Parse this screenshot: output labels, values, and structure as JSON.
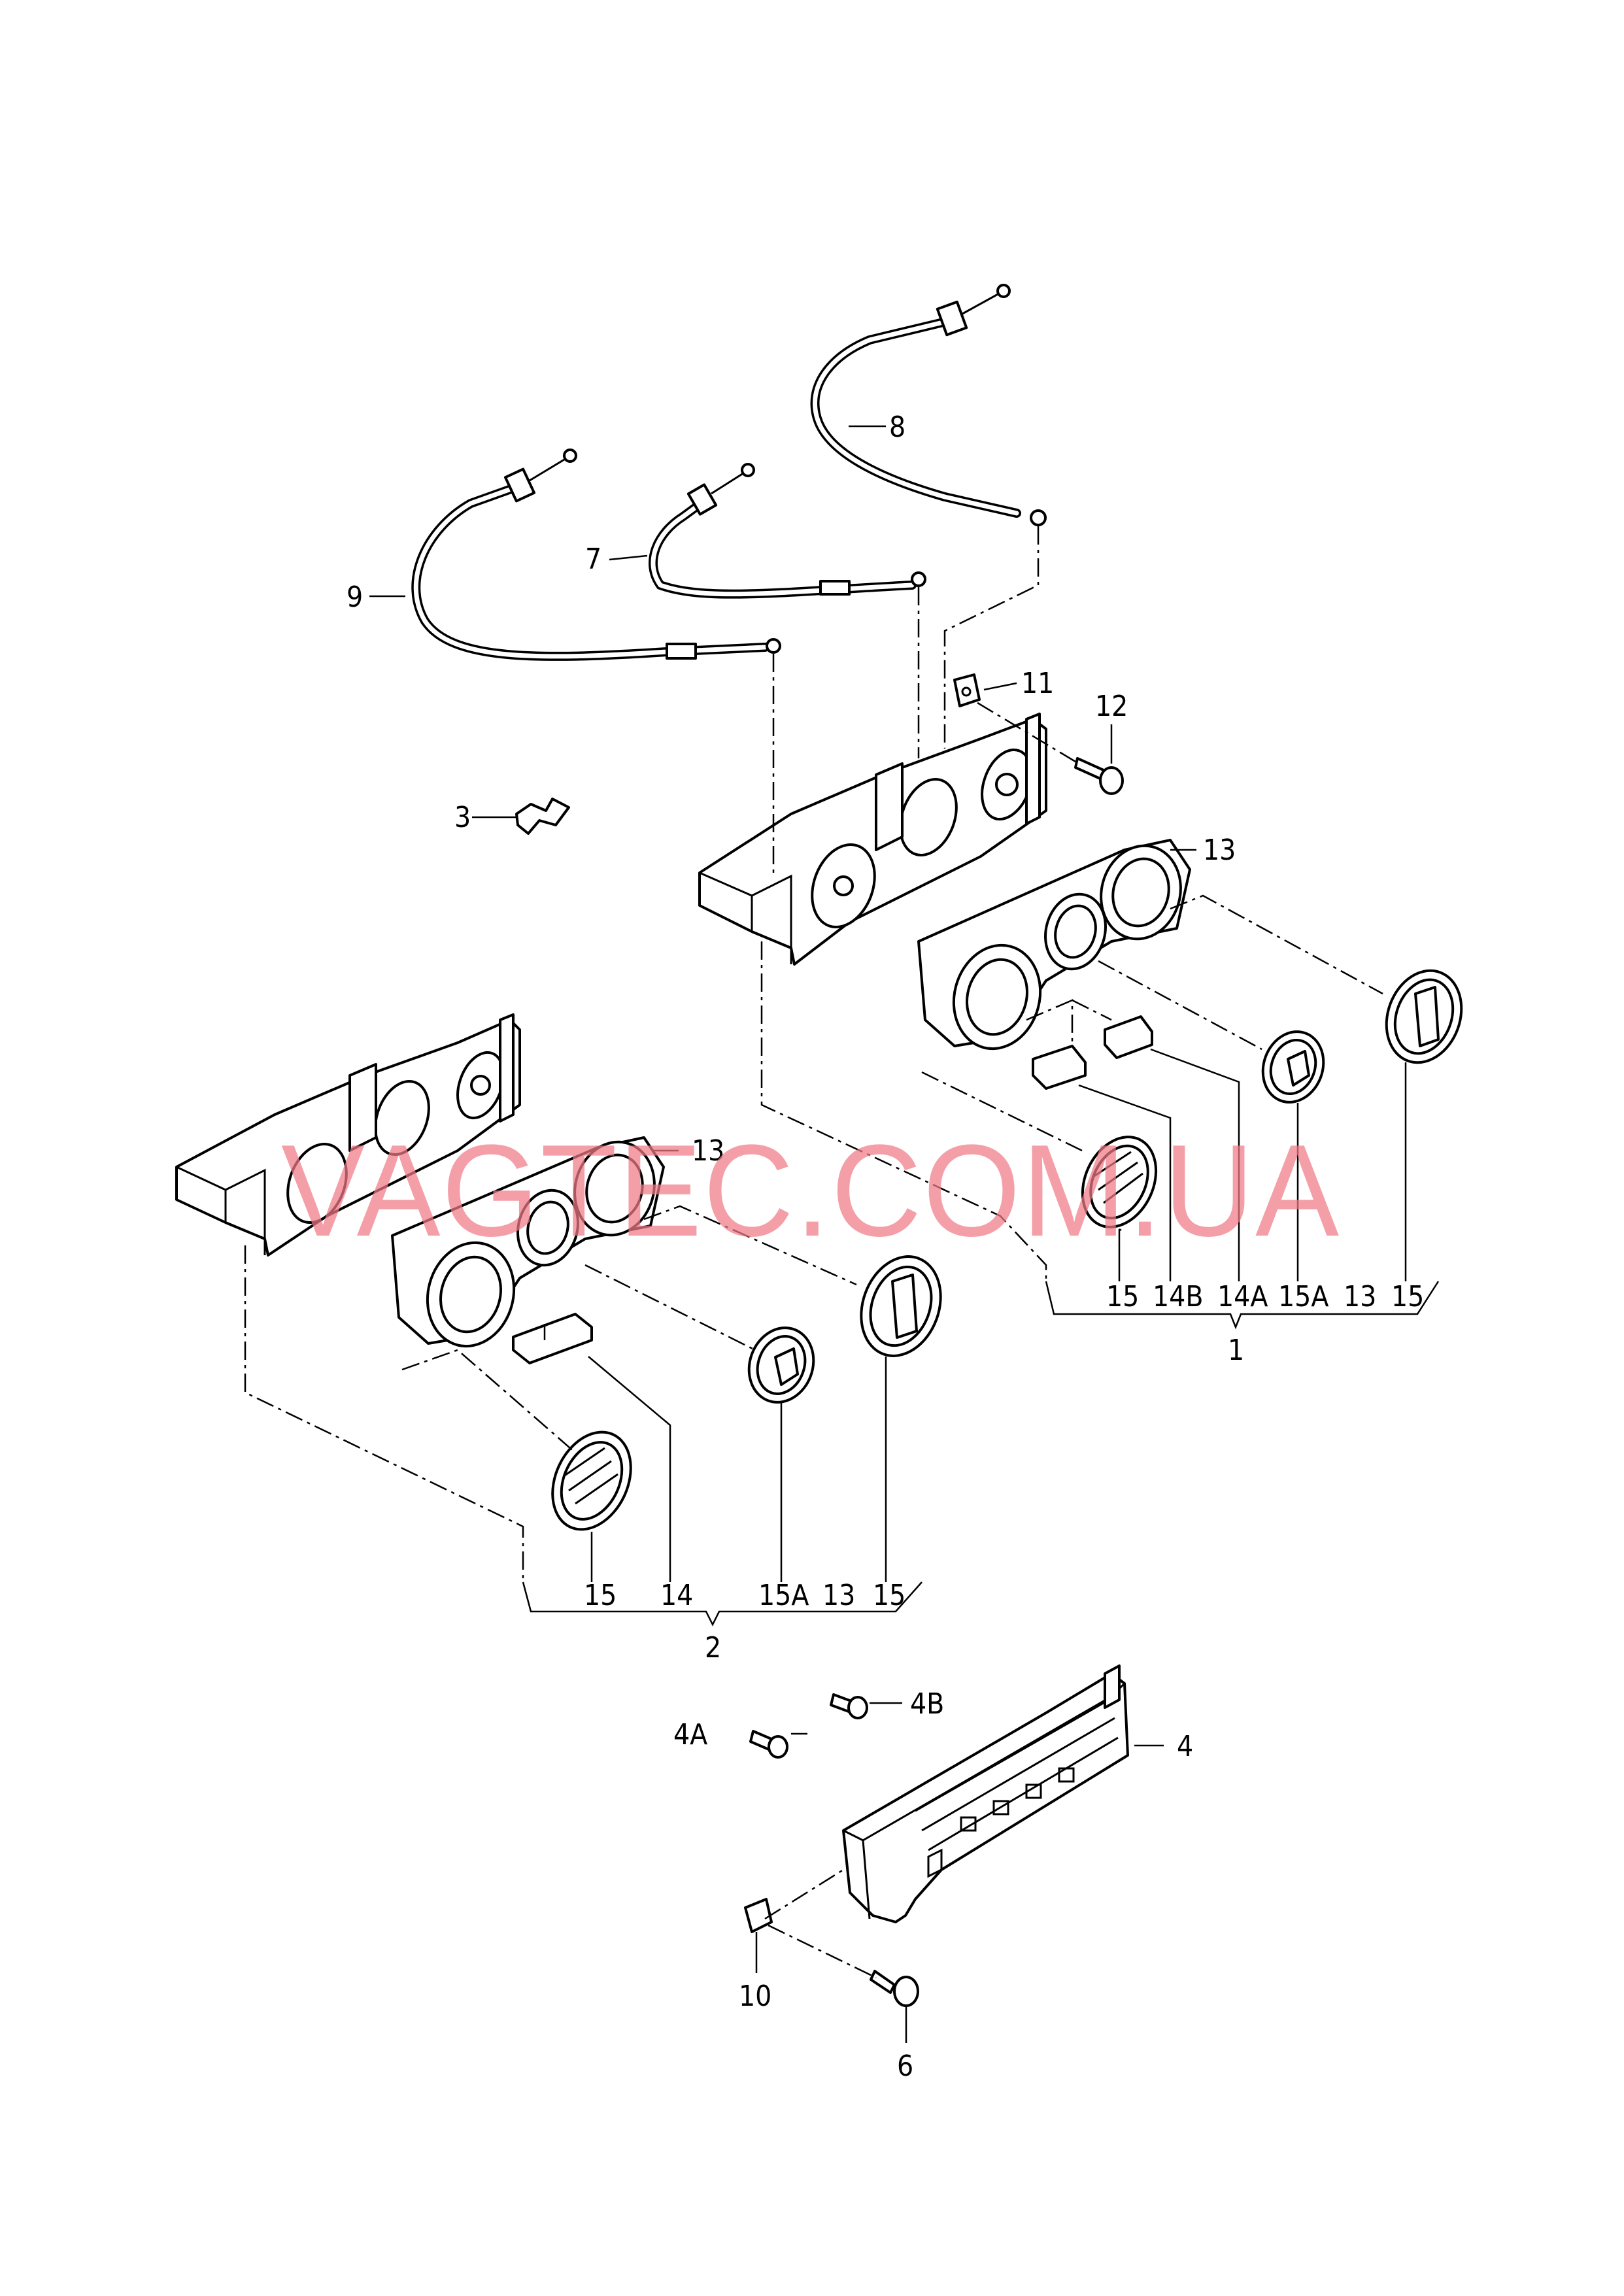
{
  "diagram": {
    "watermark": "VAGTEC.COM.UA",
    "callouts": {
      "c1": "1",
      "c2": "2",
      "c3": "3",
      "c4": "4",
      "c4a": "4A",
      "c4b": "4B",
      "c6": "6",
      "c7": "7",
      "c8": "8",
      "c9": "9",
      "c10": "10",
      "c11": "11",
      "c12": "12",
      "c13_upper": "13",
      "c13_lower": "13",
      "g1_15a": "15",
      "g1_14b": "14B",
      "g1_14a": "14A",
      "g1_15a2": "15A",
      "g1_13": "13",
      "g1_15b": "15",
      "g2_15a": "15",
      "g2_14": "14",
      "g2_15a2": "15A",
      "g2_13": "13",
      "g2_15b": "15"
    }
  }
}
